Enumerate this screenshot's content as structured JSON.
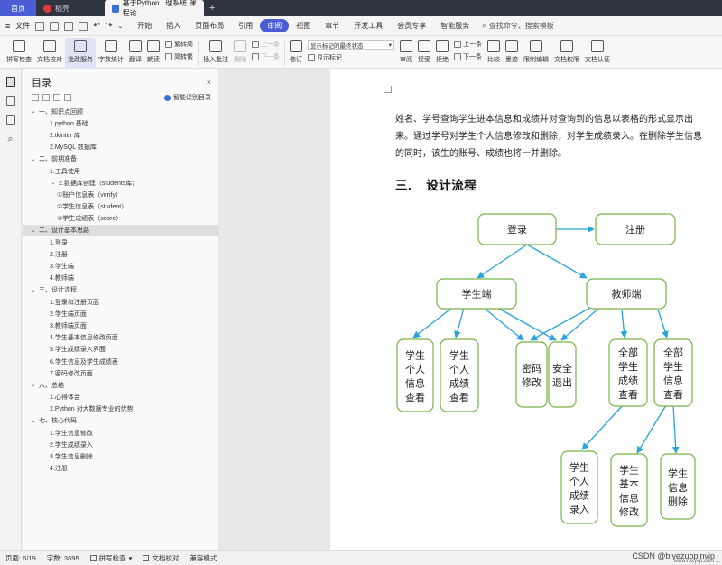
{
  "tabs": {
    "home": "首页",
    "doc1": "稻壳",
    "doc2": "基于Python...理系统 课程论",
    "add": "+"
  },
  "menu": {
    "file": "文件",
    "items": [
      "开始",
      "插入",
      "页面布局",
      "引用",
      "审阅",
      "视图",
      "章节",
      "开发工具",
      "会员专享",
      "智能服务"
    ],
    "active_index": 4,
    "search": "查找命令、搜索模板"
  },
  "ribbon": {
    "spell": "拼写检查",
    "doc_check": "文档校对",
    "batch": "批改服务",
    "count": "字数统计",
    "translate": "翻译",
    "read": "朗读",
    "trad": "繁转简",
    "simp": "简转繁",
    "insert_comment": "插入批注",
    "delete": "删除",
    "prev": "上一条",
    "next": "下一条",
    "revise": "修订",
    "markup_select": "显示标记的最终状态",
    "show_markup": "显示标记",
    "review": "审阅",
    "accept": "接受",
    "reject": "拒绝",
    "prev2": "上一条",
    "next2": "下一条",
    "compare": "比较",
    "ink": "墨迹",
    "limit": "限制编辑",
    "perm": "文档权限",
    "cert": "文档认证"
  },
  "toc": {
    "title": "目录",
    "close": "×",
    "smart": "智能识别目录",
    "items": [
      {
        "level": 1,
        "text": "一、知识点回顾",
        "arrow": "v"
      },
      {
        "level": 2,
        "text": "1.python 基础"
      },
      {
        "level": 2,
        "text": "2.tkinter 库"
      },
      {
        "level": 2,
        "text": "2.MySQL 数据库"
      },
      {
        "level": 1,
        "text": "二、前期准备",
        "arrow": "v"
      },
      {
        "level": 2,
        "text": "1.工具使用"
      },
      {
        "level": 2,
        "text": "2.数据库创建（students库）",
        "arrow": "v"
      },
      {
        "level": 3,
        "text": "①账户信息表（verify）"
      },
      {
        "level": 3,
        "text": "②学生信息表（student）"
      },
      {
        "level": 3,
        "text": "③学生成绩表（score）"
      },
      {
        "level": 1,
        "text": "二、设计基本思路",
        "arrow": "v",
        "selected": true
      },
      {
        "level": 2,
        "text": "1.登录"
      },
      {
        "level": 2,
        "text": "2.注册"
      },
      {
        "level": 2,
        "text": "3.学生端"
      },
      {
        "level": 2,
        "text": "4.教师端"
      },
      {
        "level": 1,
        "text": "三、设计流程",
        "arrow": "v"
      },
      {
        "level": 2,
        "text": "1.登录和注册页面"
      },
      {
        "level": 2,
        "text": "2.学生端页面"
      },
      {
        "level": 2,
        "text": "3.教师端页面"
      },
      {
        "level": 2,
        "text": "4.学生基本信息修改页面"
      },
      {
        "level": 2,
        "text": "5.学生成绩录入界面"
      },
      {
        "level": 2,
        "text": "6.学生信息及学生成绩表"
      },
      {
        "level": 2,
        "text": "7.密码修改页面"
      },
      {
        "level": 1,
        "text": "六、总结",
        "arrow": "v"
      },
      {
        "level": 2,
        "text": "1.心得体会"
      },
      {
        "level": 2,
        "text": "2.Python 对大数据专业的优势"
      },
      {
        "level": 1,
        "text": "七、核心代码",
        "arrow": "v"
      },
      {
        "level": 2,
        "text": "1.学生信息修改"
      },
      {
        "level": 2,
        "text": "2.学生成绩录入"
      },
      {
        "level": 2,
        "text": "3.学生信息删除"
      },
      {
        "level": 2,
        "text": "4.注册"
      }
    ]
  },
  "document": {
    "paragraph": "姓名、学号查询学生进本信息和成绩并对查询到的信息以表格的形式显示出来。通过学号对学生个人信息修改和删除，对学生成绩录入。在删除学生信息的同时，该生的账号、成绩也将一并删除。",
    "heading_num": "三.",
    "heading_text": "设计流程"
  },
  "flow_nodes": {
    "login": "登录",
    "register": "注册",
    "student": "学生端",
    "teacher": "教师端",
    "s_info": "学生个人信息查看",
    "s_score": "学生个人成绩查看",
    "pwd": "密码修改",
    "exit": "安全退出",
    "all_score": "全部学生成绩查看",
    "all_info": "全部学生信息查看",
    "score_input": "学生个人成绩录入",
    "info_edit": "学生基本信息修改",
    "info_del": "学生信息删除"
  },
  "colors": {
    "node_border": "#77b348",
    "arrow": "#29a3d9",
    "accent": "#4a5dd6"
  },
  "status": {
    "page": "页面: 6/19",
    "words": "字数: 3695",
    "spell": "拼写检查",
    "proof": "文档校对",
    "mode": "兼容模式"
  },
  "watermark": "CSDN @biyezuopinvip",
  "watermark_small": "www.rsxyxp.com ..."
}
